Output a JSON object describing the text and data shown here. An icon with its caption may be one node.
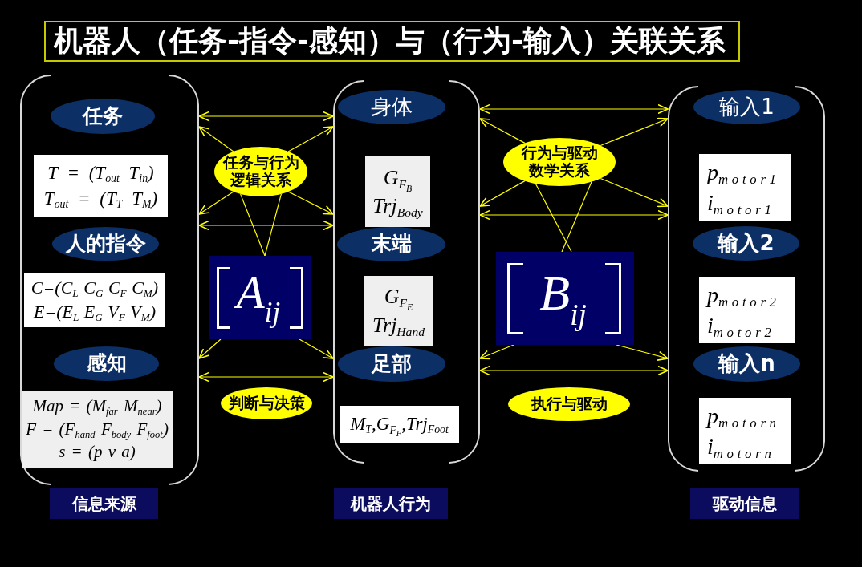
{
  "diagram": {
    "title": "机器人（任务-指令-感知）与（行为-输入）关联关系",
    "nodes": [
      {
        "text": [],
        "shape": "box"
      },
      {
        "text": [
          "任务"
        ],
        "in": 0
      },
      {
        "text": [
          "T = (T$_{out}$ T$_{in}$)",
          "T$_{out}$ = (T$_{T}$ T$_{M}$)"
        ],
        "in": 0
      },
      {
        "text": [
          "人的指令"
        ],
        "in": 0
      },
      {
        "text": [
          "C=(C$_{L}$ C$_{G}$ C$_{F}$ C$_{M}$)",
          "E=(E$_{L}$ E$_{G}$ V$_{F}$ V$_{M}$)"
        ],
        "in": 0
      },
      {
        "text": [
          "感知"
        ],
        "in": 0
      },
      {
        "text": [
          "Map = (M$_{far}$ M$_{near}$)",
          "F = (F$_{hand}$ F$_{body}$ F$_{foot}$)",
          "s = (p v a)"
        ],
        "in": 0
      },
      {
        "text": [
          "信息来源"
        ]
      },
      {
        "text": [
          "任务与行为逻辑关系"
        ]
      },
      {
        "text": [
          "A$_{ij}$"
        ]
      },
      {
        "text": [
          "判断与决策"
        ]
      },
      {
        "text": [],
        "shape": "box"
      },
      {
        "text": [
          "身体"
        ],
        "in": 11
      },
      {
        "text": [
          "G$_{F}$$_{B}$",
          "Trj$_{Body}$"
        ],
        "in": 11
      },
      {
        "text": [
          "末端"
        ],
        "in": 11
      },
      {
        "text": [
          "G$_{F}$$_{E}$",
          "Trj$_{Hand}$"
        ],
        "in": 11
      },
      {
        "text": [
          "足部"
        ],
        "in": 11
      },
      {
        "text": [
          "M$_{T}$,G$_{F}$$_{F}$,Trj$_{Foot}$"
        ],
        "in": 11
      },
      {
        "text": [
          "机器人行为"
        ]
      },
      {
        "text": [
          "行为与驱动数学关系"
        ]
      },
      {
        "text": [
          "B$_{ij}$"
        ]
      },
      {
        "text": [
          "执行与驱动"
        ]
      },
      {
        "text": [],
        "shape": "box"
      },
      {
        "text": [
          "输入1"
        ],
        "in": 22
      },
      {
        "text": [
          "p$_{motor1}$",
          "i$_{motor1}$"
        ],
        "in": 22
      },
      {
        "text": [
          "输入2"
        ],
        "in": 22
      },
      {
        "text": [
          "p$_{motor2}$",
          "i$_{motor2}$"
        ],
        "in": 22
      },
      {
        "text": [
          "输入n"
        ],
        "in": 22
      },
      {
        "text": [
          "p$_{motorn}$",
          "i$_{motorn}$"
        ],
        "in": 22
      },
      {
        "text": [
          "驱动信息"
        ]
      }
    ],
    "edges": [
      {
        "from": 0,
        "to": 11,
        "arrow": "both"
      },
      {
        "from": 8,
        "to": 0,
        "arrow": "to"
      },
      {
        "from": 8,
        "to": 11,
        "arrow": "to"
      },
      {
        "from": 8,
        "to": 0,
        "arrow": "to"
      },
      {
        "from": 8,
        "to": 11,
        "arrow": "to"
      },
      {
        "from": 0,
        "to": 11,
        "arrow": "both"
      },
      {
        "from": 8,
        "to": 9,
        "arrow": "none"
      },
      {
        "from": 8,
        "to": 9,
        "arrow": "none"
      },
      {
        "from": 9,
        "to": 0,
        "arrow": "to"
      },
      {
        "from": 9,
        "to": 11,
        "arrow": "to"
      },
      {
        "from": 0,
        "to": 11,
        "arrow": "both"
      },
      {
        "from": 11,
        "to": 22,
        "arrow": "both"
      },
      {
        "from": 19,
        "to": 11,
        "arrow": "to"
      },
      {
        "from": 19,
        "to": 22,
        "arrow": "to"
      },
      {
        "from": 19,
        "to": 11,
        "arrow": "to"
      },
      {
        "from": 19,
        "to": 22,
        "arrow": "to"
      },
      {
        "from": 11,
        "to": 22,
        "arrow": "both"
      },
      {
        "from": 19,
        "to": 20,
        "arrow": "none"
      },
      {
        "from": 19,
        "to": 20,
        "arrow": "none"
      },
      {
        "from": 20,
        "to": 11,
        "arrow": "to"
      },
      {
        "from": 20,
        "to": 22,
        "arrow": "to"
      },
      {
        "from": 11,
        "to": 22,
        "arrow": "both"
      }
    ]
  }
}
